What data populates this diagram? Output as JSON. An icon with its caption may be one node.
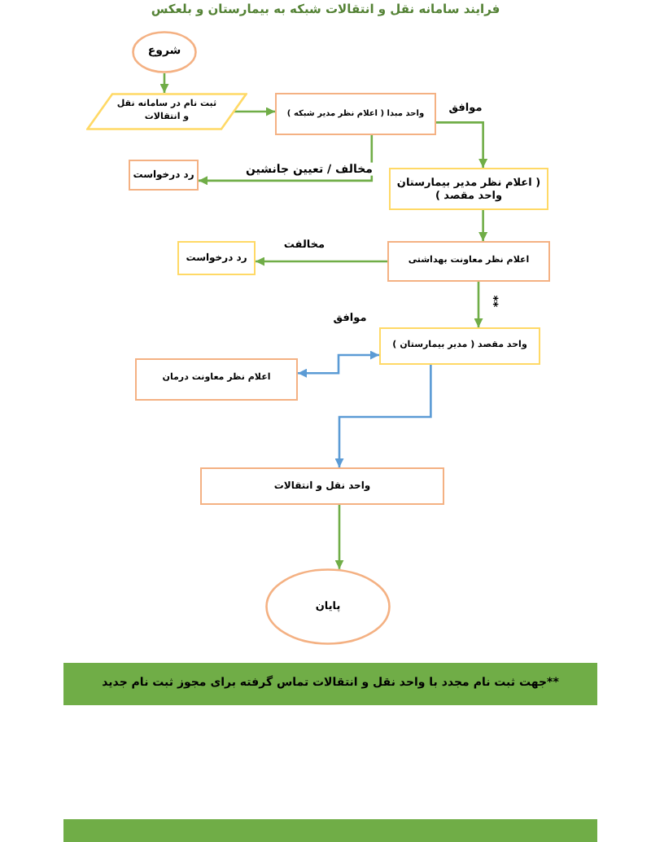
{
  "diagram": {
    "title": "فرایند سامانه نقل و انتقالات شبکه به بیمارستان و بلعکس",
    "nodes": [
      {
        "text": [
          "شروع"
        ]
      },
      {
        "text": [
          "ثبت نام در سامانه نقل و انتقالات"
        ]
      },
      {
        "text": [
          "واحد مبدا ( اعلام نظر مدیر شبکه )"
        ]
      },
      {
        "text": [
          "رد درخواست"
        ]
      },
      {
        "text": [
          "( اعلام نظر مدیر بیمارستان واحد مقصد )"
        ]
      },
      {
        "text": [
          "رد درخواست"
        ]
      },
      {
        "text": [
          "اعلام نظر معاونت بهداشتی"
        ]
      },
      {
        "text": [
          "واحد مقصد ( مدیر بیمارستان )"
        ]
      },
      {
        "text": [
          "اعلام نظر معاونت درمان"
        ]
      },
      {
        "text": [
          "واحد نقل و انتقالات"
        ]
      },
      {
        "text": [
          "پایان"
        ]
      },
      {
        "text": [
          "**جهت ثبت نام مجدد با واحد نقل و انتقالات تماس گرفته برای مجوز ثبت نام جدید"
        ]
      },
      {
        "text": [],
        "shape": "bar"
      }
    ],
    "edges": [
      {
        "from": 0,
        "to": 1,
        "arrow": "to"
      },
      {
        "from": 1,
        "to": 2,
        "arrow": "to"
      },
      {
        "from": 2,
        "to": 4,
        "arrow": "to",
        "label": "موافق"
      },
      {
        "from": 2,
        "to": 3,
        "arrow": "to",
        "label": "مخالف / تعیین جانشین"
      },
      {
        "from": 4,
        "to": 6,
        "arrow": "to"
      },
      {
        "from": 6,
        "to": 5,
        "arrow": "to",
        "label": "مخالفت"
      },
      {
        "from": 6,
        "to": 7,
        "arrow": "to",
        "label": "**"
      },
      {
        "from": 7,
        "to": 8,
        "arrow": "both",
        "color": "#5b9bd5"
      },
      {
        "from": 7,
        "to": 9,
        "arrow": "to",
        "color": "#5b9bd5"
      },
      {
        "from": 9,
        "to": 10,
        "arrow": "to"
      }
    ],
    "labels": [
      "موافق"
    ]
  }
}
